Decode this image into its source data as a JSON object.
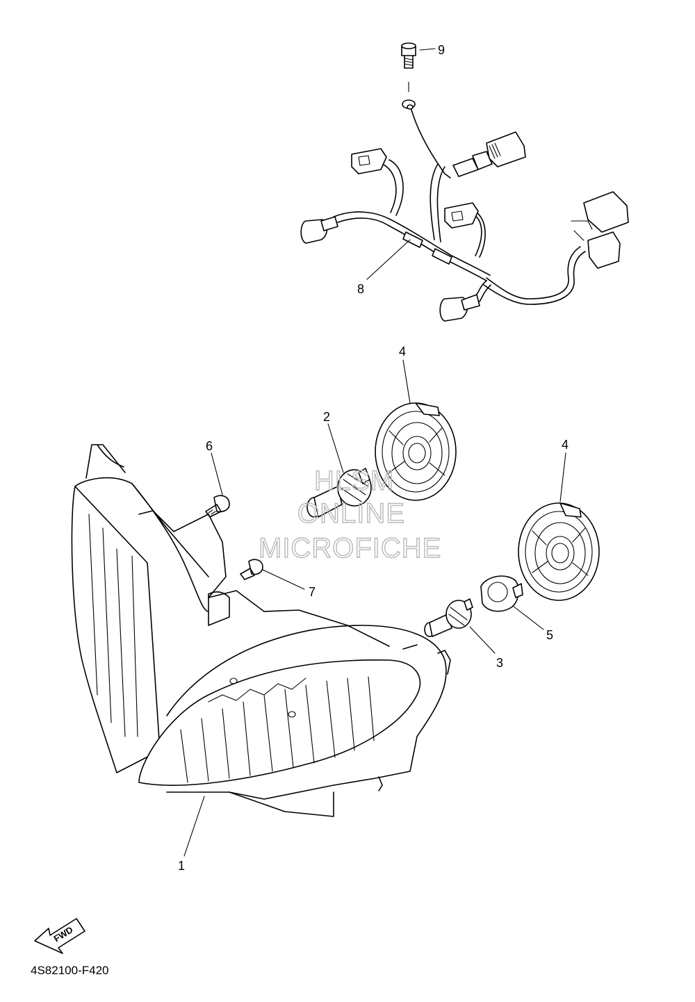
{
  "diagram_code": "4S82100-F420",
  "fwd_label": "FWD",
  "watermark": [
    "HLSM",
    "ONLINE",
    "MICROFICHE"
  ],
  "callouts": [
    {
      "id": "1",
      "label": "1"
    },
    {
      "id": "2",
      "label": "2"
    },
    {
      "id": "3",
      "label": "3"
    },
    {
      "id": "4a",
      "label": "4"
    },
    {
      "id": "4b",
      "label": "4"
    },
    {
      "id": "5",
      "label": "5"
    },
    {
      "id": "6",
      "label": "6"
    },
    {
      "id": "7",
      "label": "7"
    },
    {
      "id": "8",
      "label": "8"
    },
    {
      "id": "9",
      "label": "9"
    }
  ]
}
